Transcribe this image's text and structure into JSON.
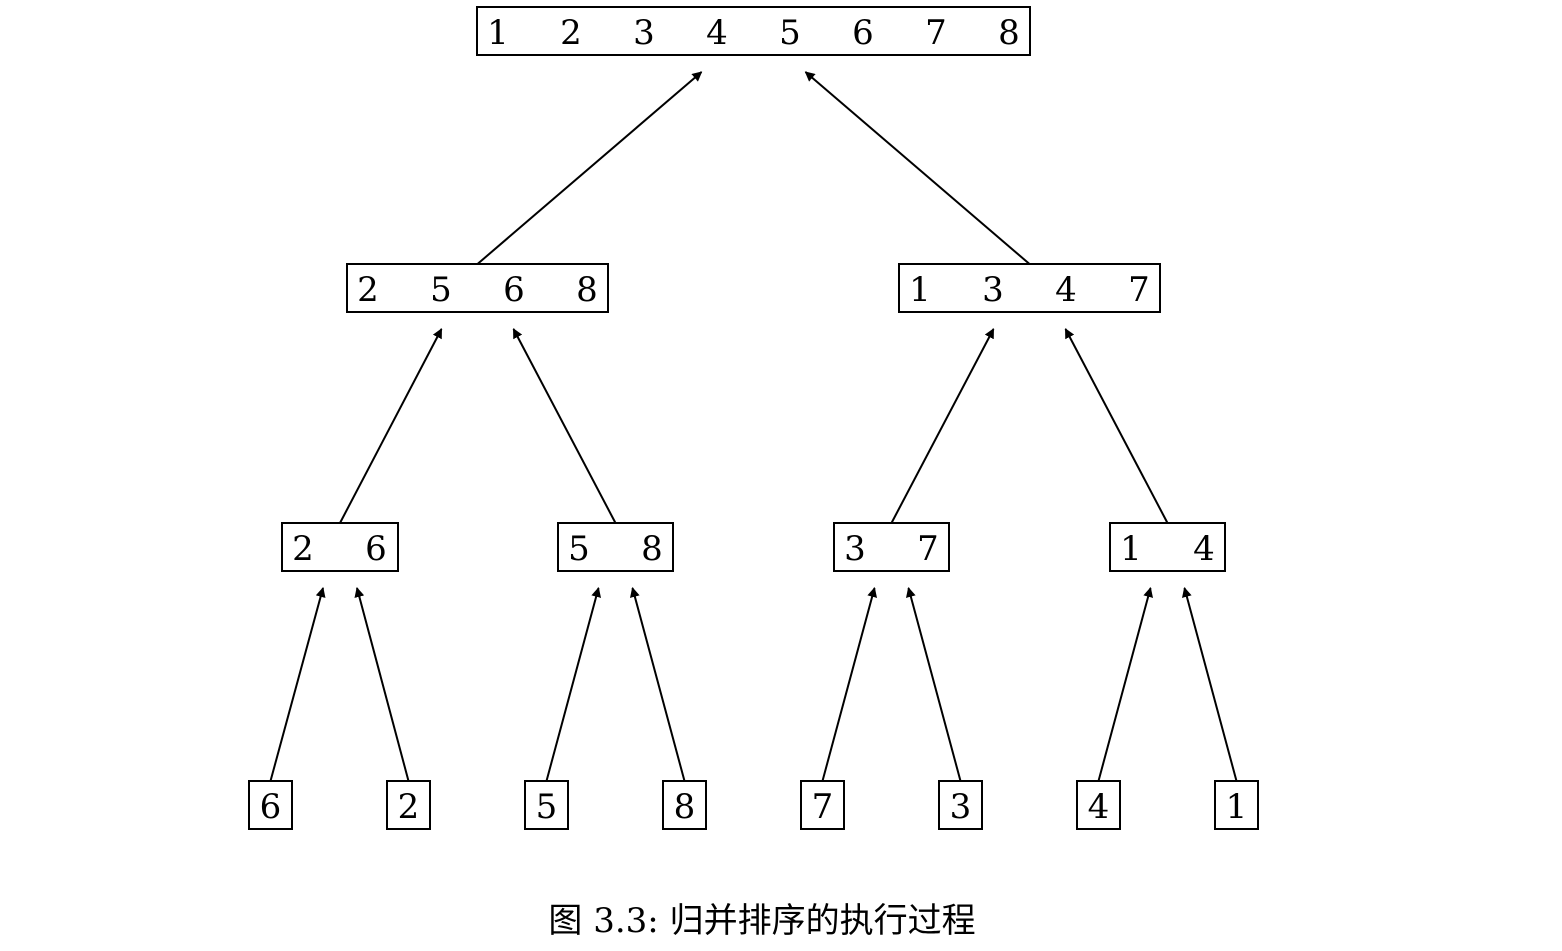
{
  "levels": [
    [
      [
        "1",
        "2",
        "3",
        "4",
        "5",
        "6",
        "7",
        "8"
      ]
    ],
    [
      [
        "2",
        "5",
        "6",
        "8"
      ],
      [
        "1",
        "3",
        "4",
        "7"
      ]
    ],
    [
      [
        "2",
        "6"
      ],
      [
        "5",
        "8"
      ],
      [
        "3",
        "7"
      ],
      [
        "1",
        "4"
      ]
    ],
    [
      [
        "6"
      ],
      [
        "2"
      ],
      [
        "5"
      ],
      [
        "8"
      ],
      [
        "7"
      ],
      [
        "3"
      ],
      [
        "4"
      ],
      [
        "1"
      ]
    ]
  ],
  "caption": "图 3.3: 归并排序的执行过程"
}
